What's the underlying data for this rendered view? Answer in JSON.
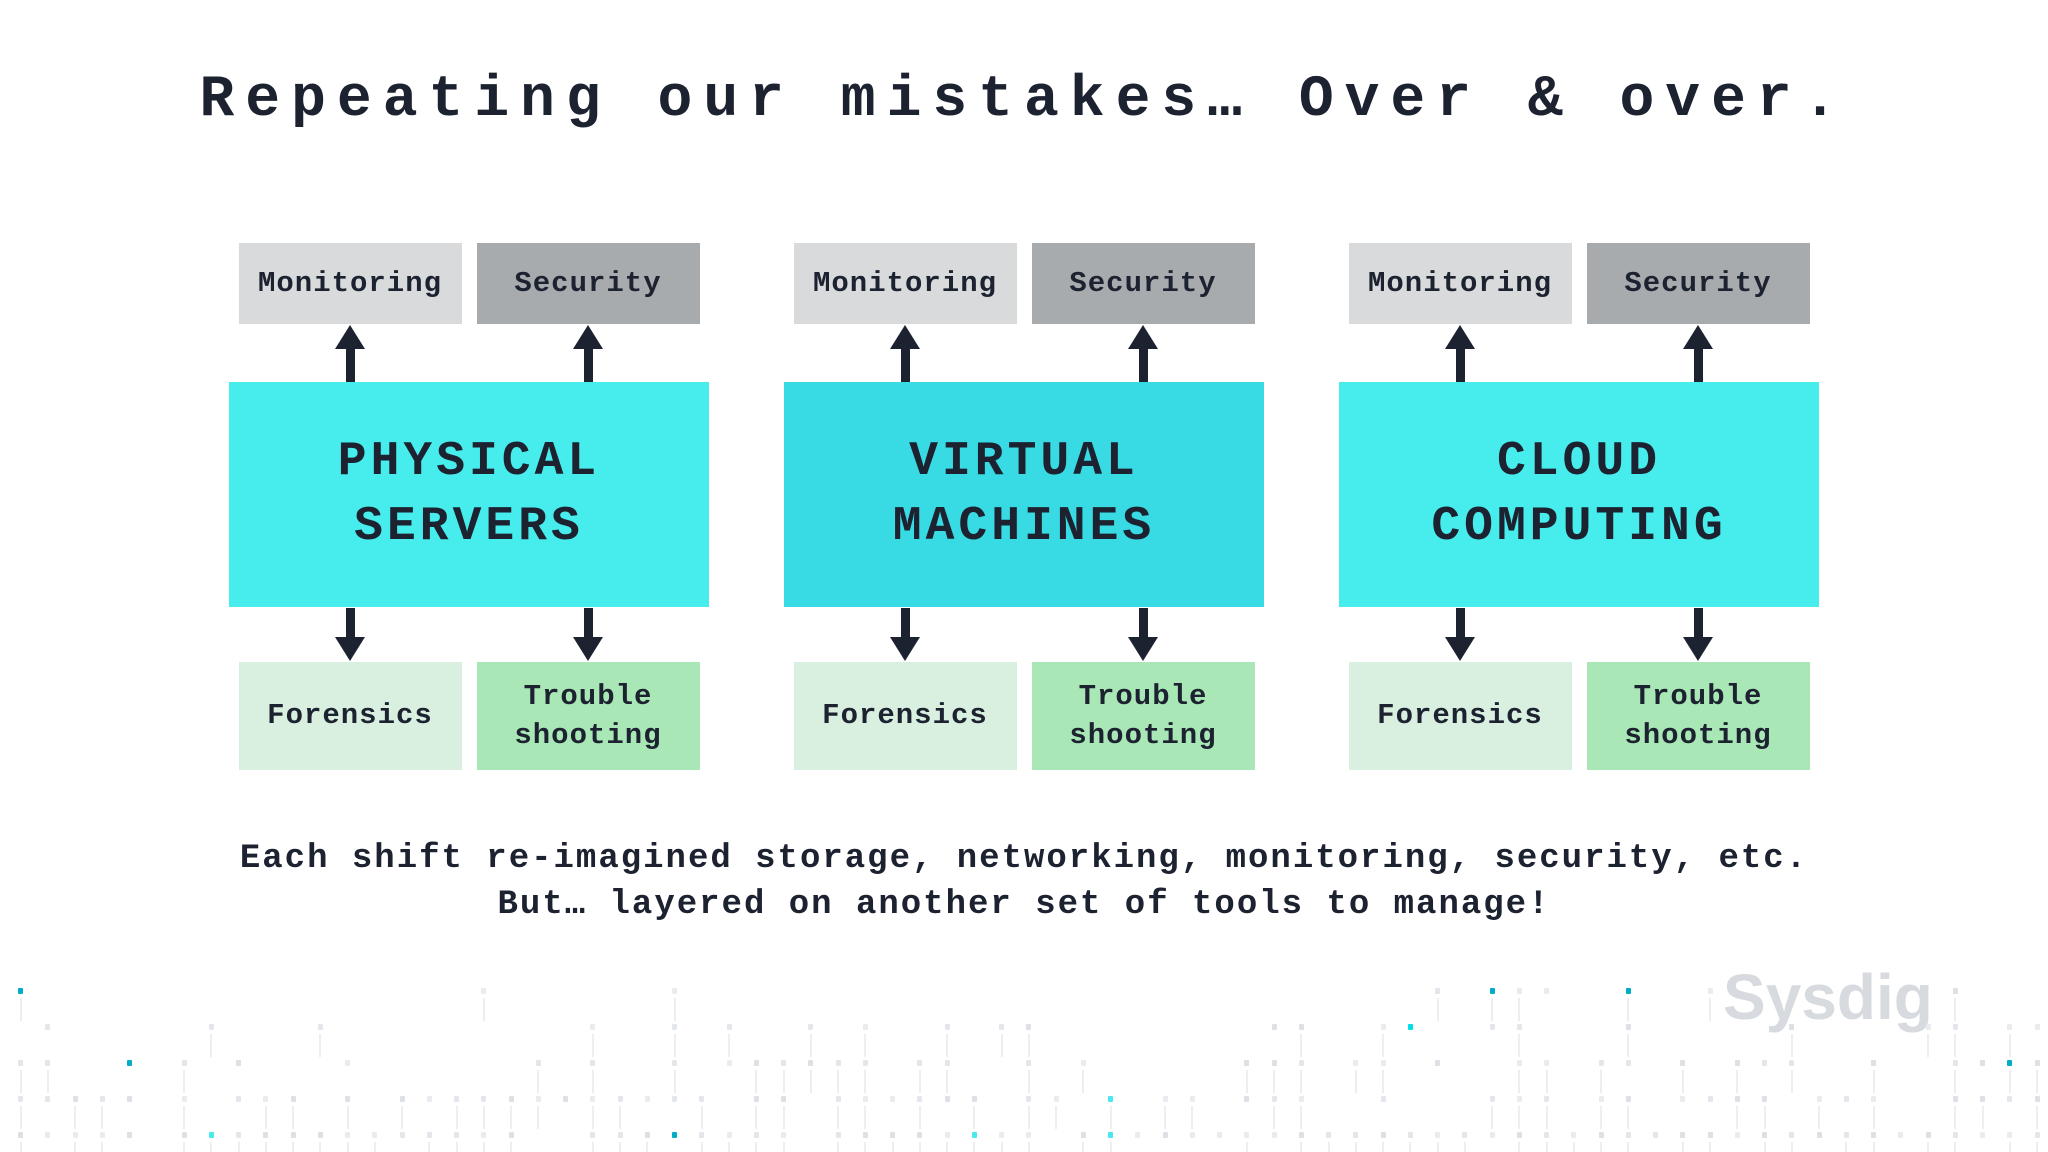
{
  "title": "Repeating our mistakes… Over & over.",
  "columns": [
    {
      "title_line1": "PHYSICAL",
      "title_line2": "SERVERS",
      "color": "#47ecec",
      "top_boxes": [
        {
          "label": "Monitoring",
          "color": "#d8dadb"
        },
        {
          "label": "Security",
          "color": "#a8abae"
        }
      ],
      "bottom_boxes": [
        {
          "label": "Forensics",
          "color": "#d9efdf"
        },
        {
          "label": "Trouble shooting",
          "color": "#a9e7b6"
        }
      ]
    },
    {
      "title_line1": "VIRTUAL",
      "title_line2": "MACHINES",
      "color": "#38dbe3",
      "top_boxes": [
        {
          "label": "Monitoring",
          "color": "#d8dadb"
        },
        {
          "label": "Security",
          "color": "#a8abae"
        }
      ],
      "bottom_boxes": [
        {
          "label": "Forensics",
          "color": "#d9efdf"
        },
        {
          "label": "Trouble shooting",
          "color": "#a9e7b6"
        }
      ]
    },
    {
      "title_line1": "CLOUD",
      "title_line2": "COMPUTING",
      "color": "#47ecec",
      "top_boxes": [
        {
          "label": "Monitoring",
          "color": "#d8dadb"
        },
        {
          "label": "Security",
          "color": "#a8abae"
        }
      ],
      "bottom_boxes": [
        {
          "label": "Forensics",
          "color": "#d9efdf"
        },
        {
          "label": "Trouble shooting",
          "color": "#a9e7b6"
        }
      ]
    }
  ],
  "footer": {
    "line1": "Each shift re-imagined storage, networking, monitoring, security, etc.",
    "line2": "But… layered on another set of tools to manage!"
  },
  "brand": "Sysdig",
  "decor": {
    "ink": "#1c2230",
    "seed": 7,
    "cols": 75,
    "col_start": 18,
    "col_step": 27.25,
    "row_tops": [
      8,
      44,
      80,
      116,
      152
    ],
    "row_density": [
      0.1,
      0.32,
      0.55,
      0.75,
      0.9
    ],
    "dot_w": 5,
    "dot_h": 6,
    "gray_colors": [
      "#e3e6ea",
      "#dde0e5",
      "#e9ebee"
    ],
    "cyan_colors": [
      "#00dfe8",
      "#49e9f1",
      "#00aec6"
    ],
    "cyan_prob": 0.07,
    "stem_prob": 0.8,
    "stem_color": "#eceef1"
  }
}
